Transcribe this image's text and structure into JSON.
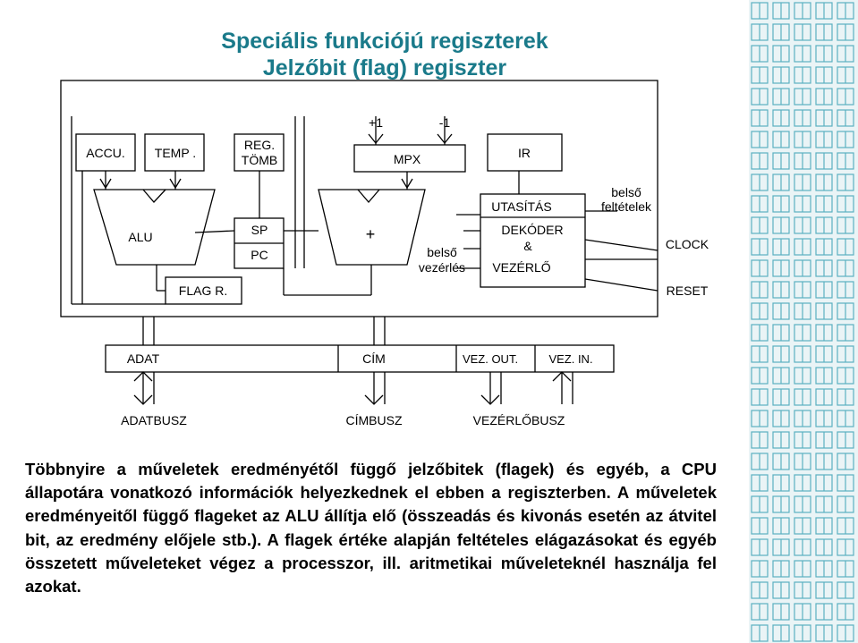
{
  "title": {
    "line1": "Speciális funkciójú regiszterek",
    "line2": "Jelzőbit (flag) regiszter"
  },
  "diagram": {
    "plus_one": "+1",
    "minus_one": "-1",
    "accu": "ACCU.",
    "temp": "TEMP .",
    "reg_tomb_1": "REG.",
    "reg_tomb_2": "TÖMB",
    "mpx": "MPX",
    "ir": "IR",
    "alu": "ALU",
    "sp": "SP",
    "pc": "PC",
    "plus": "+",
    "belso_vezerles_1": "belső",
    "belso_vezerles_2": "vezérlés",
    "utasitas": "UTASÍTÁS",
    "dekoder": "DEKÓDER",
    "amp": "&",
    "vezerlo": "VEZÉRLŐ",
    "belso_feltetelek_1": "belső",
    "belso_feltetelek_2": "feltételek",
    "clock": "CLOCK",
    "flag_r": "FLAG R.",
    "reset": "RESET",
    "adat": "ADAT",
    "cim": "CÍM",
    "vez_out": "VEZ. OUT.",
    "vez_in": "VEZ. IN.",
    "adatbusz": "ADATBUSZ",
    "cimbusz": "CÍMBUSZ",
    "vezerlobusz": "VEZÉRLŐBUSZ"
  },
  "paragraph": "Többnyire a műveletek eredményétől függő jelzőbitek (flagek) és egyéb, a CPU állapotára vonatkozó információk helyezkednek el ebben a regiszterben. A műveletek eredményeitől függő flageket az ALU állítja elő (összeadás és kivonás esetén az átvitel bit, az eredmény előjele stb.). A flagek értéke alapján feltételes elágazásokat és egyéb összetett műveleteket végez a processzor, ill. aritmetikai műveleteknél használja fel azokat.",
  "colors": {
    "title": "#1a7a8a",
    "decoration": "#5ab0c0"
  }
}
